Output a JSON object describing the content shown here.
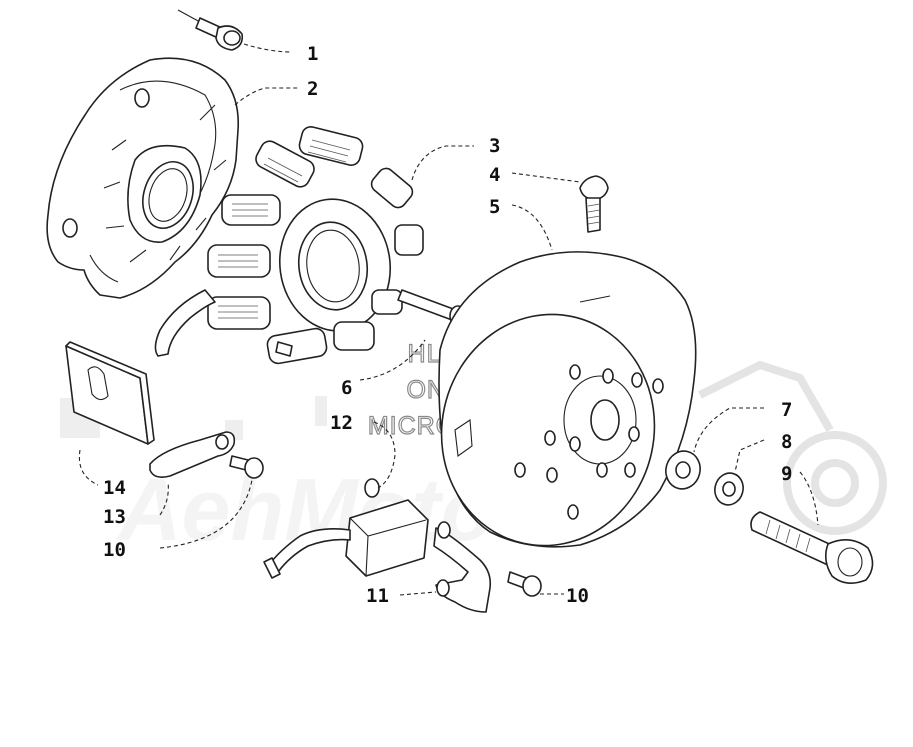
{
  "watermark": {
    "lines": [
      "HLSM'S",
      "ONLINE",
      "MICROFICHE"
    ],
    "logo_text": "AehMoto"
  },
  "callouts": [
    {
      "id": "c1",
      "label": "1"
    },
    {
      "id": "c2",
      "label": "2"
    },
    {
      "id": "c3",
      "label": "3"
    },
    {
      "id": "c4",
      "label": "4"
    },
    {
      "id": "c5",
      "label": "5"
    },
    {
      "id": "c6",
      "label": "6"
    },
    {
      "id": "c7",
      "label": "7"
    },
    {
      "id": "c8",
      "label": "8"
    },
    {
      "id": "c9",
      "label": "9"
    },
    {
      "id": "c10a",
      "label": "10"
    },
    {
      "id": "c10b",
      "label": "10"
    },
    {
      "id": "c11",
      "label": "11"
    },
    {
      "id": "c12",
      "label": "12"
    },
    {
      "id": "c13",
      "label": "13"
    },
    {
      "id": "c14",
      "label": "14"
    }
  ],
  "parts": [
    {
      "name": "cap-screw-top",
      "callout": "1"
    },
    {
      "name": "stator-housing",
      "callout": "2"
    },
    {
      "name": "stator-coil",
      "callout": "3"
    },
    {
      "name": "flywheel-bolt",
      "callout": "4"
    },
    {
      "name": "flywheel",
      "callout": "5"
    },
    {
      "name": "stator-screw",
      "callout": "6"
    },
    {
      "name": "washer",
      "callout": "7"
    },
    {
      "name": "lock-washer",
      "callout": "8"
    },
    {
      "name": "flywheel-nut-bolt",
      "callout": "9"
    },
    {
      "name": "screw",
      "callout": "10"
    },
    {
      "name": "bracket",
      "callout": "11"
    },
    {
      "name": "ignition-coil",
      "callout": "12"
    },
    {
      "name": "clamp",
      "callout": "13"
    },
    {
      "name": "gasket-plate",
      "callout": "14"
    }
  ]
}
